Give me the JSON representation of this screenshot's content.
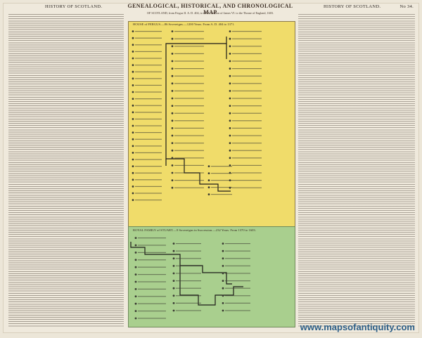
{
  "header": {
    "left_title": "HISTORY OF SCOTLAND.",
    "right_title": "HISTORY OF SCOTLAND.",
    "plate_number": "No 34."
  },
  "main_title": {
    "line1": "GENEALOGICAL, HISTORICAL, AND CHRONOLOGICAL MAP",
    "line2": "OF SCOTLAND, from Fergus II. A. D. 404, to the Accession of James VI. to the Throne of England, 1603."
  },
  "sections": {
    "house_fergus": "HOUSE of FERGUS.—86 Sovereigns.—1200 Years. From A. D. 404 to 1371.",
    "royal_stuart": "ROYAL FAMILY of STUART.—9 Sovereigns in Succession.—232 Years. From 1370 to 1603."
  },
  "watermark": "www.mapsofantiquity.com",
  "colors": {
    "paper": "#efe9dc",
    "fergus": "#f0dc6a",
    "stuart": "#a9cf8e",
    "line": "#1c1a18",
    "credit": "#2b5d86"
  }
}
